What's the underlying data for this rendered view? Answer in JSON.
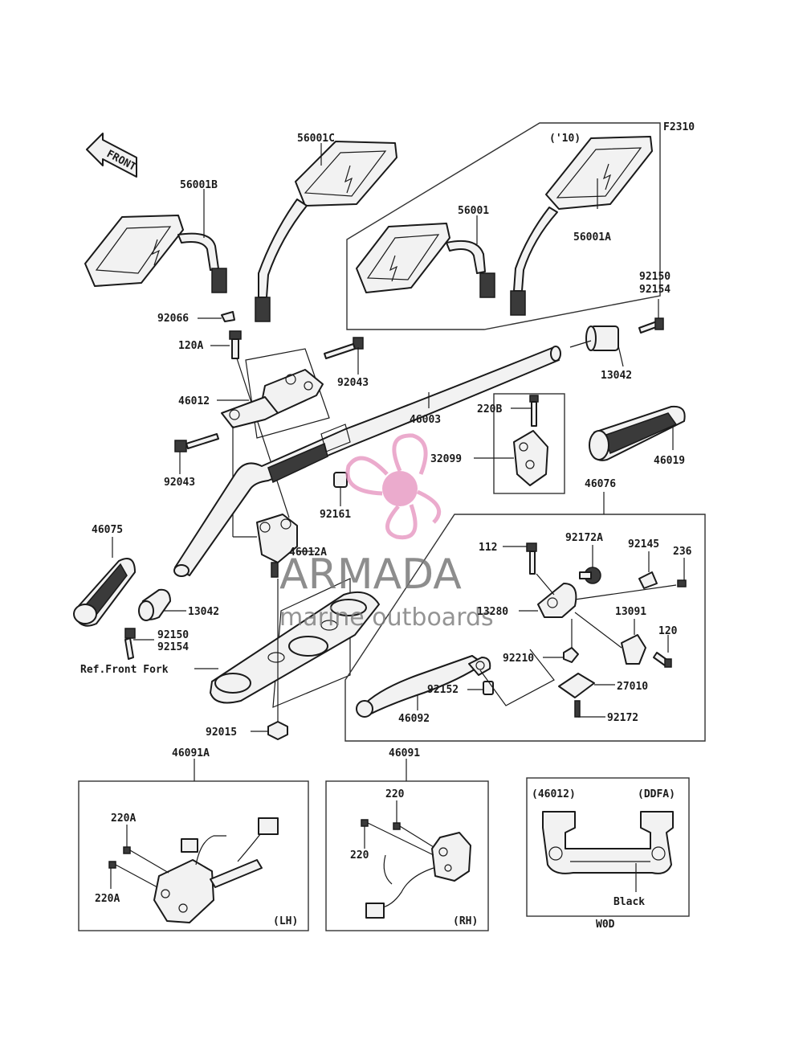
{
  "diagram_code": "F2310",
  "front_label": "FRONT",
  "year_note": "('10)",
  "ref_front_fork": "Ref.Front Fork",
  "watermark": {
    "brand": "ARMADA",
    "tagline": "marine outboards",
    "color": "#e58fbd"
  },
  "parts": {
    "p56001C": "56001C",
    "p56001B": "56001B",
    "p56001": "56001",
    "p56001A": "56001A",
    "p92150_top": "92150",
    "p92154_top": "92154",
    "p92066": "92066",
    "p120A": "120A",
    "p92043_right": "92043",
    "p13042_right": "13042",
    "p46012": "46012",
    "p46003": "46003",
    "p220B": "220B",
    "p32099": "32099",
    "p46019": "46019",
    "p92043_left": "92043",
    "p92161": "92161",
    "p46076": "46076",
    "p46075": "46075",
    "p46012A": "46012A",
    "p112": "112",
    "p92172A": "92172A",
    "p92145": "92145",
    "p236": "236",
    "p13042_left": "13042",
    "p13280": "13280",
    "p13091": "13091",
    "p92150_bottom": "92150",
    "p92154_bottom": "92154",
    "p120": "120",
    "p92210": "92210",
    "p27010": "27010",
    "p92152": "92152",
    "p46092": "46092",
    "p92172": "92172",
    "p92015": "92015",
    "p46091A": "46091A",
    "p46091": "46091",
    "p220A_top": "220A",
    "p220A_bottom": "220A",
    "p220_top": "220",
    "p220_left": "220",
    "lh": "(LH)",
    "rh": "(RH)",
    "p46012_ref": "(46012)",
    "ddfa": "(DDFA)",
    "black": "Black",
    "w0d": "W0D"
  }
}
